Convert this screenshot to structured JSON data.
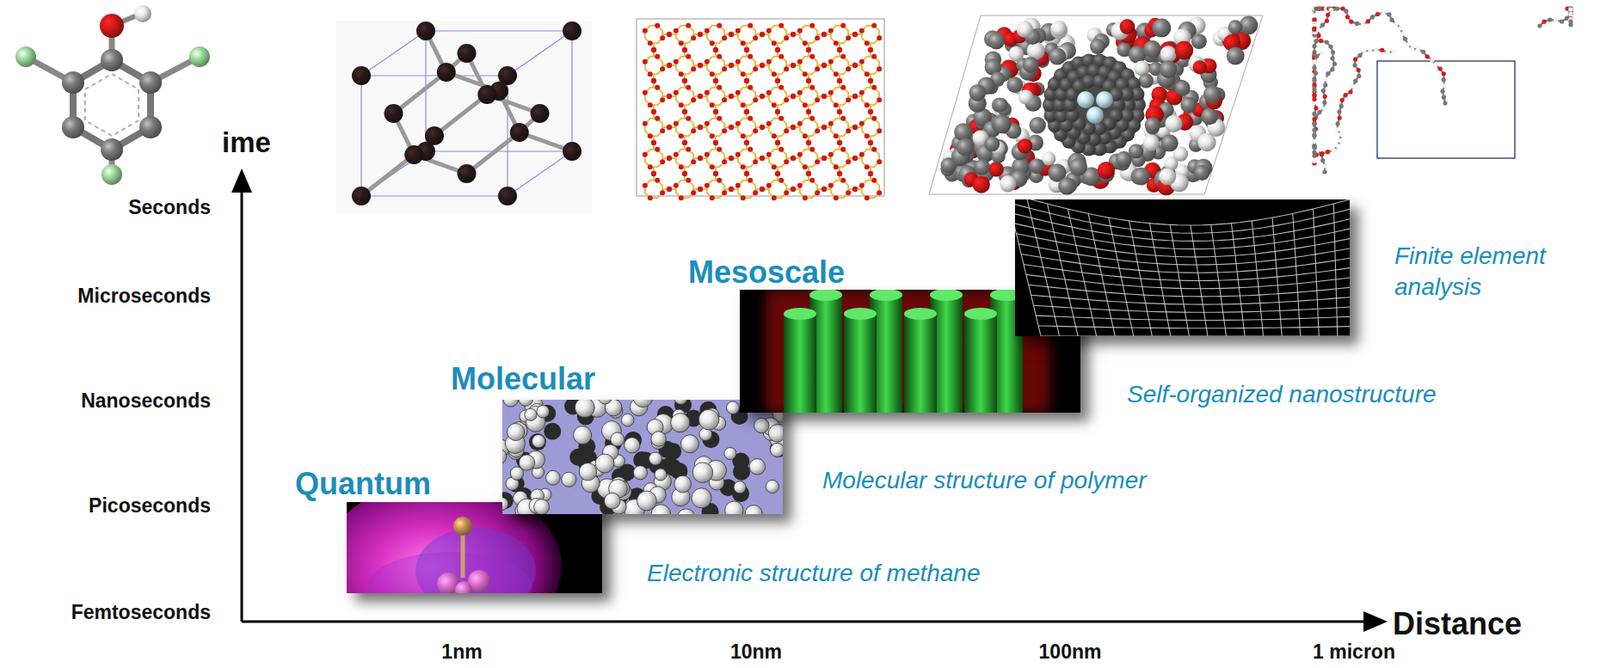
{
  "diagram": {
    "nodes": [
      {
        "text": [
          "Quantum",
          "Electronic structure of methane"
        ]
      },
      {
        "text": [
          "Molecular",
          "Molecular structure of polymer"
        ]
      },
      {
        "text": [
          "Mesoscale",
          "Self-organized nanostructure"
        ]
      },
      {
        "text": [
          "Finite element analysis"
        ]
      }
    ],
    "labels": [
      "ime",
      "Seconds",
      "Microseconds",
      "Nanoseconds",
      "Picoseconds",
      "Femtoseconds",
      "1nm",
      "10nm",
      "100nm",
      "1 micron",
      "Distance"
    ]
  }
}
